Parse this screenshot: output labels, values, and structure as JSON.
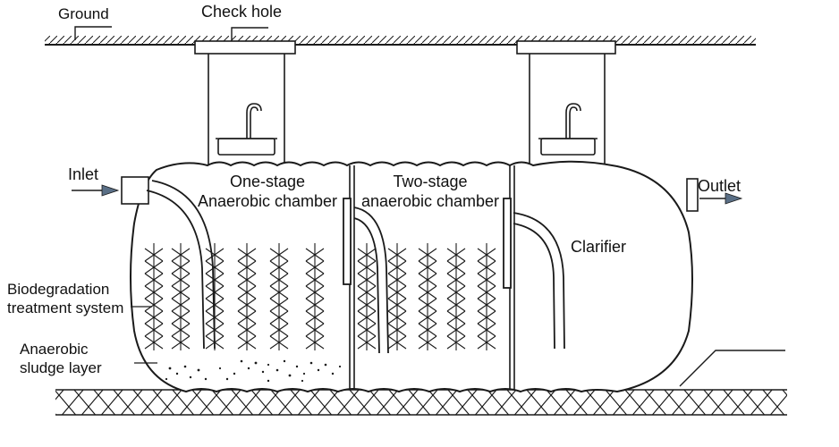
{
  "labels": {
    "ground": "Ground",
    "check_hole": "Check hole",
    "inlet": "Inlet",
    "outlet": "Outlet",
    "chamber1_line1": "One-stage",
    "chamber1_line2": "Anaerobic chamber",
    "chamber2_line1": "Two-stage",
    "chamber2_line2": "anaerobic chamber",
    "clarifier": "Clarifier",
    "biodeg_line1": "Biodegradation",
    "biodeg_line2": "treatment system",
    "sludge_line1": "Anaerobic",
    "sludge_line2": "sludge layer"
  },
  "colors": {
    "line": "#1a1a1a",
    "arrow_fill": "#5a6f86",
    "background": "#ffffff"
  },
  "icons": {
    "inlet_arrow": "arrow-right-icon",
    "outlet_arrow": "arrow-right-icon"
  }
}
